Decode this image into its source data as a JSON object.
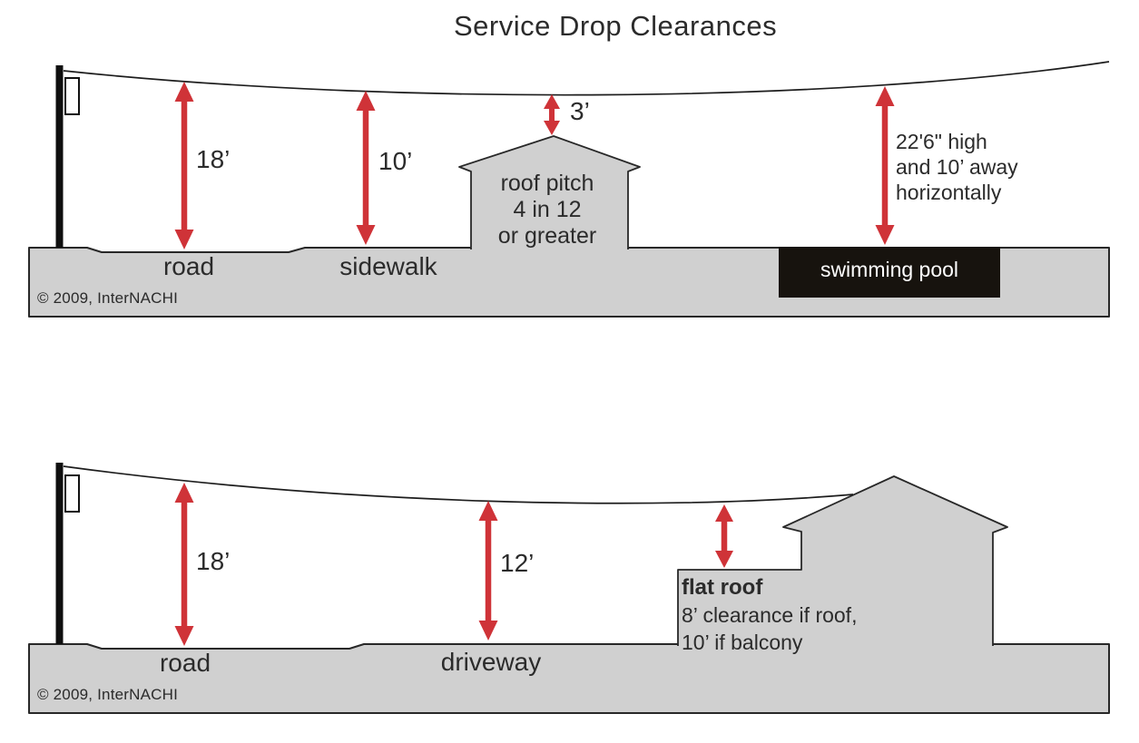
{
  "title": "Service Drop Clearances",
  "colors": {
    "arrow_red": "#cf3338",
    "ground_gray": "#d0d0d0",
    "outline_dark": "#282828",
    "pool_black": "#17130e",
    "text_dark": "#2b2b2b",
    "pool_text": "#ffffff"
  },
  "top_panel": {
    "clearance_road": "18’",
    "clearance_sidewalk": "10’",
    "clearance_roof_peak": "3’",
    "pool_note_line1": "22'6\" high",
    "pool_note_line2": "and 10’ away",
    "pool_note_line3": "horizontally",
    "roof_note_line1": "roof pitch",
    "roof_note_line2": "4 in 12",
    "roof_note_line3": "or greater",
    "label_road": "road",
    "label_sidewalk": "sidewalk",
    "label_pool": "swimming pool",
    "copyright": "© 2009, InterNACHI"
  },
  "bottom_panel": {
    "clearance_road": "18’",
    "clearance_driveway": "12’",
    "flat_roof_title": "flat roof",
    "flat_roof_line1": "8’ clearance if roof,",
    "flat_roof_line2": "10’ if balcony",
    "label_road": "road",
    "label_driveway": "driveway",
    "copyright": "© 2009, InterNACHI"
  }
}
